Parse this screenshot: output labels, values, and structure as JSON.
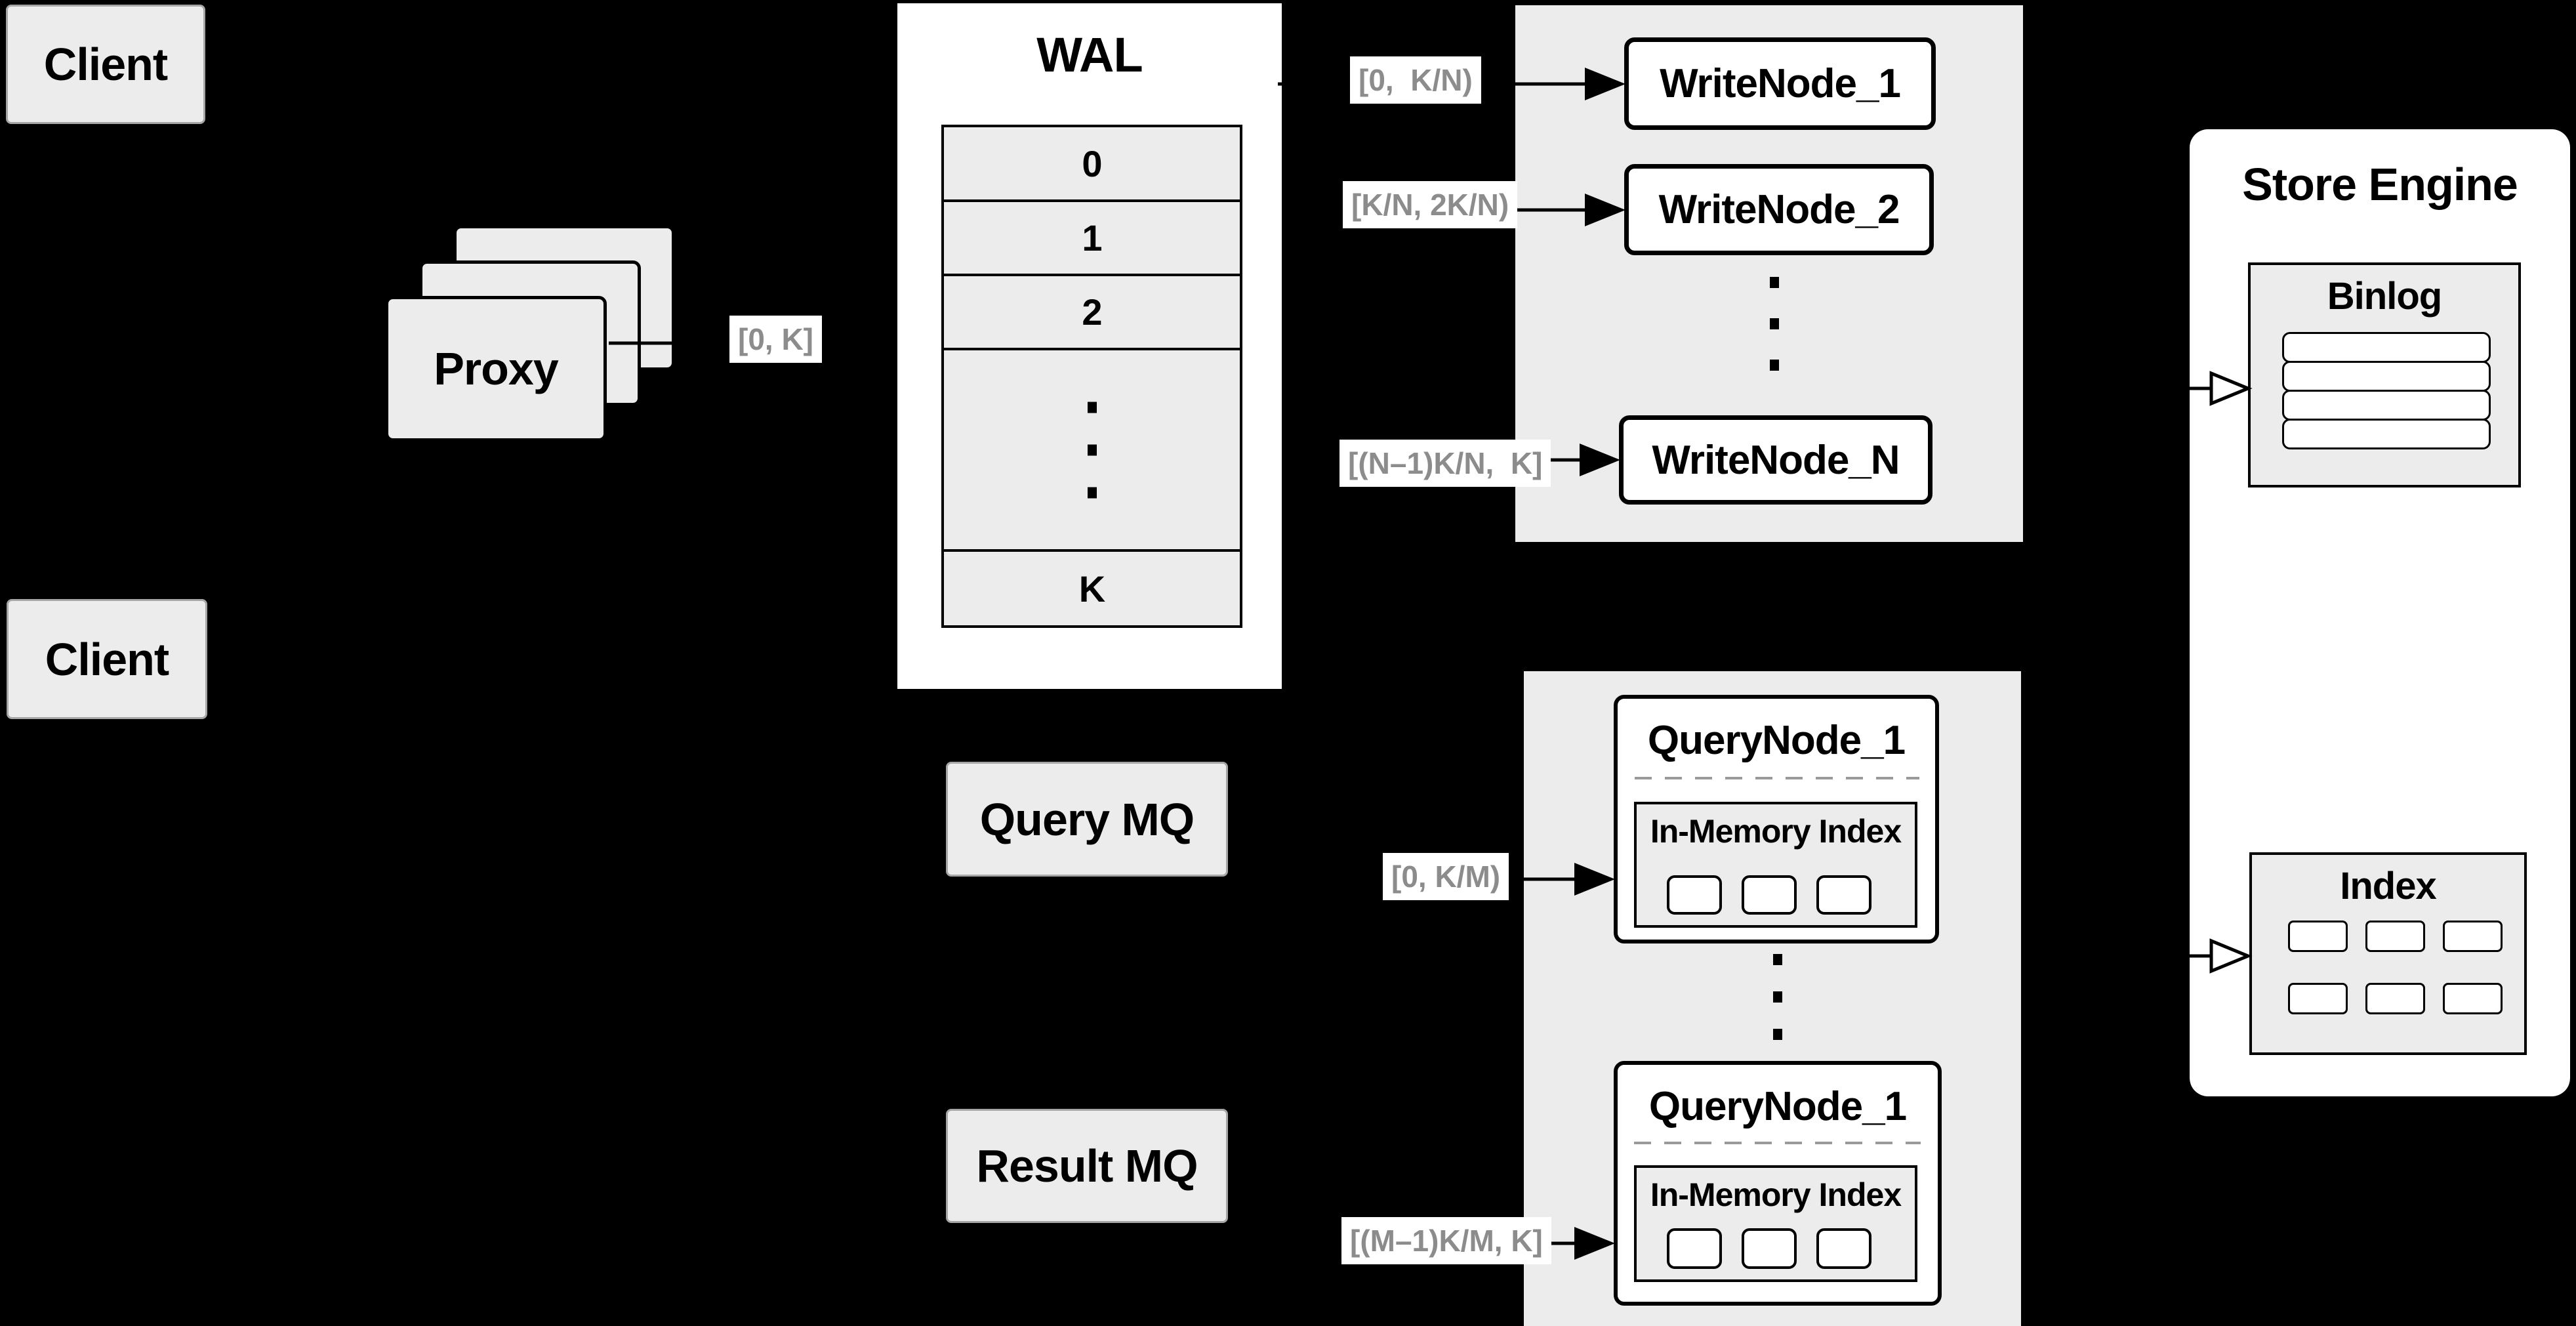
{
  "colors": {
    "background": "#000000",
    "panel_gray": "#ececec",
    "box_white": "#ffffff",
    "line_black": "#000000",
    "chip_text": "#8c8c8c",
    "dash_gray": "#9a9a9a"
  },
  "clients": {
    "top": "Client",
    "bottom": "Client"
  },
  "proxy": {
    "label": "Proxy"
  },
  "wal": {
    "title": "WAL",
    "segments": [
      "0",
      "1",
      "2"
    ],
    "last_segment": "K"
  },
  "write_cluster": {
    "nodes": [
      "WriteNode_1",
      "WriteNode_2",
      "WriteNode_N"
    ]
  },
  "query_cluster": {
    "nodes": [
      {
        "title": "QueryNode_1",
        "subtitle": "In-Memory Index"
      },
      {
        "title": "QueryNode_1",
        "subtitle": "In-Memory Index"
      }
    ]
  },
  "store_engine": {
    "title": "Store Engine",
    "binlog_title": "Binlog",
    "index_title": "Index"
  },
  "mq": {
    "query": "Query MQ",
    "result": "Result MQ"
  },
  "range_labels": {
    "proxy_to_wal": "[0, K]",
    "to_write_1": "[0,  K/N)",
    "to_write_2": "[K/N, 2K/N)",
    "to_write_n": "[(N–1)K/N,  K]",
    "to_query_1": "[0, K/M)",
    "to_query_m": "[(M–1)K/M, K]"
  }
}
